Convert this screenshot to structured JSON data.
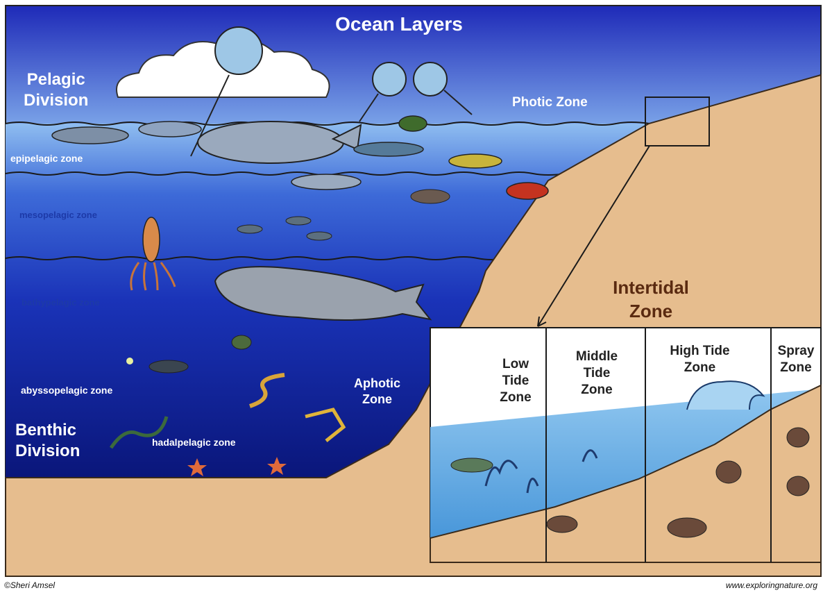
{
  "title": "Ocean Layers",
  "pelagic_division": [
    "Pelagic",
    "Division"
  ],
  "photic_zone": "Photic Zone",
  "zones": {
    "epipelagic": "epipelagic zone",
    "mesopelagic": "mesopelagic zone",
    "bathypelagic": "bathypelagic zone",
    "abyssopelagic": "abyssopelagic zone",
    "hadalpelagic": "hadalpelagic zone"
  },
  "benthic_division": [
    "Benthic",
    "Division"
  ],
  "aphotic_zone": [
    "Aphotic",
    "Zone"
  ],
  "intertidal_zone": [
    "Intertidal",
    "Zone"
  ],
  "tide_zones": {
    "low": [
      "Low",
      "Tide",
      "Zone"
    ],
    "middle": [
      "Middle",
      "Tide",
      "Zone"
    ],
    "high": [
      "High Tide",
      "Zone"
    ],
    "spray": [
      "Spray",
      "Zone"
    ]
  },
  "credit_left": "©Sheri Amsel",
  "credit_right": "www.exploringnature.org",
  "colors": {
    "sky": "#2a34c8",
    "surface_water": "#6fa6e8",
    "deep_water": "#0b1f9e",
    "sand": "#e3b98a",
    "intertidal_box_bg": "#ffffff"
  }
}
